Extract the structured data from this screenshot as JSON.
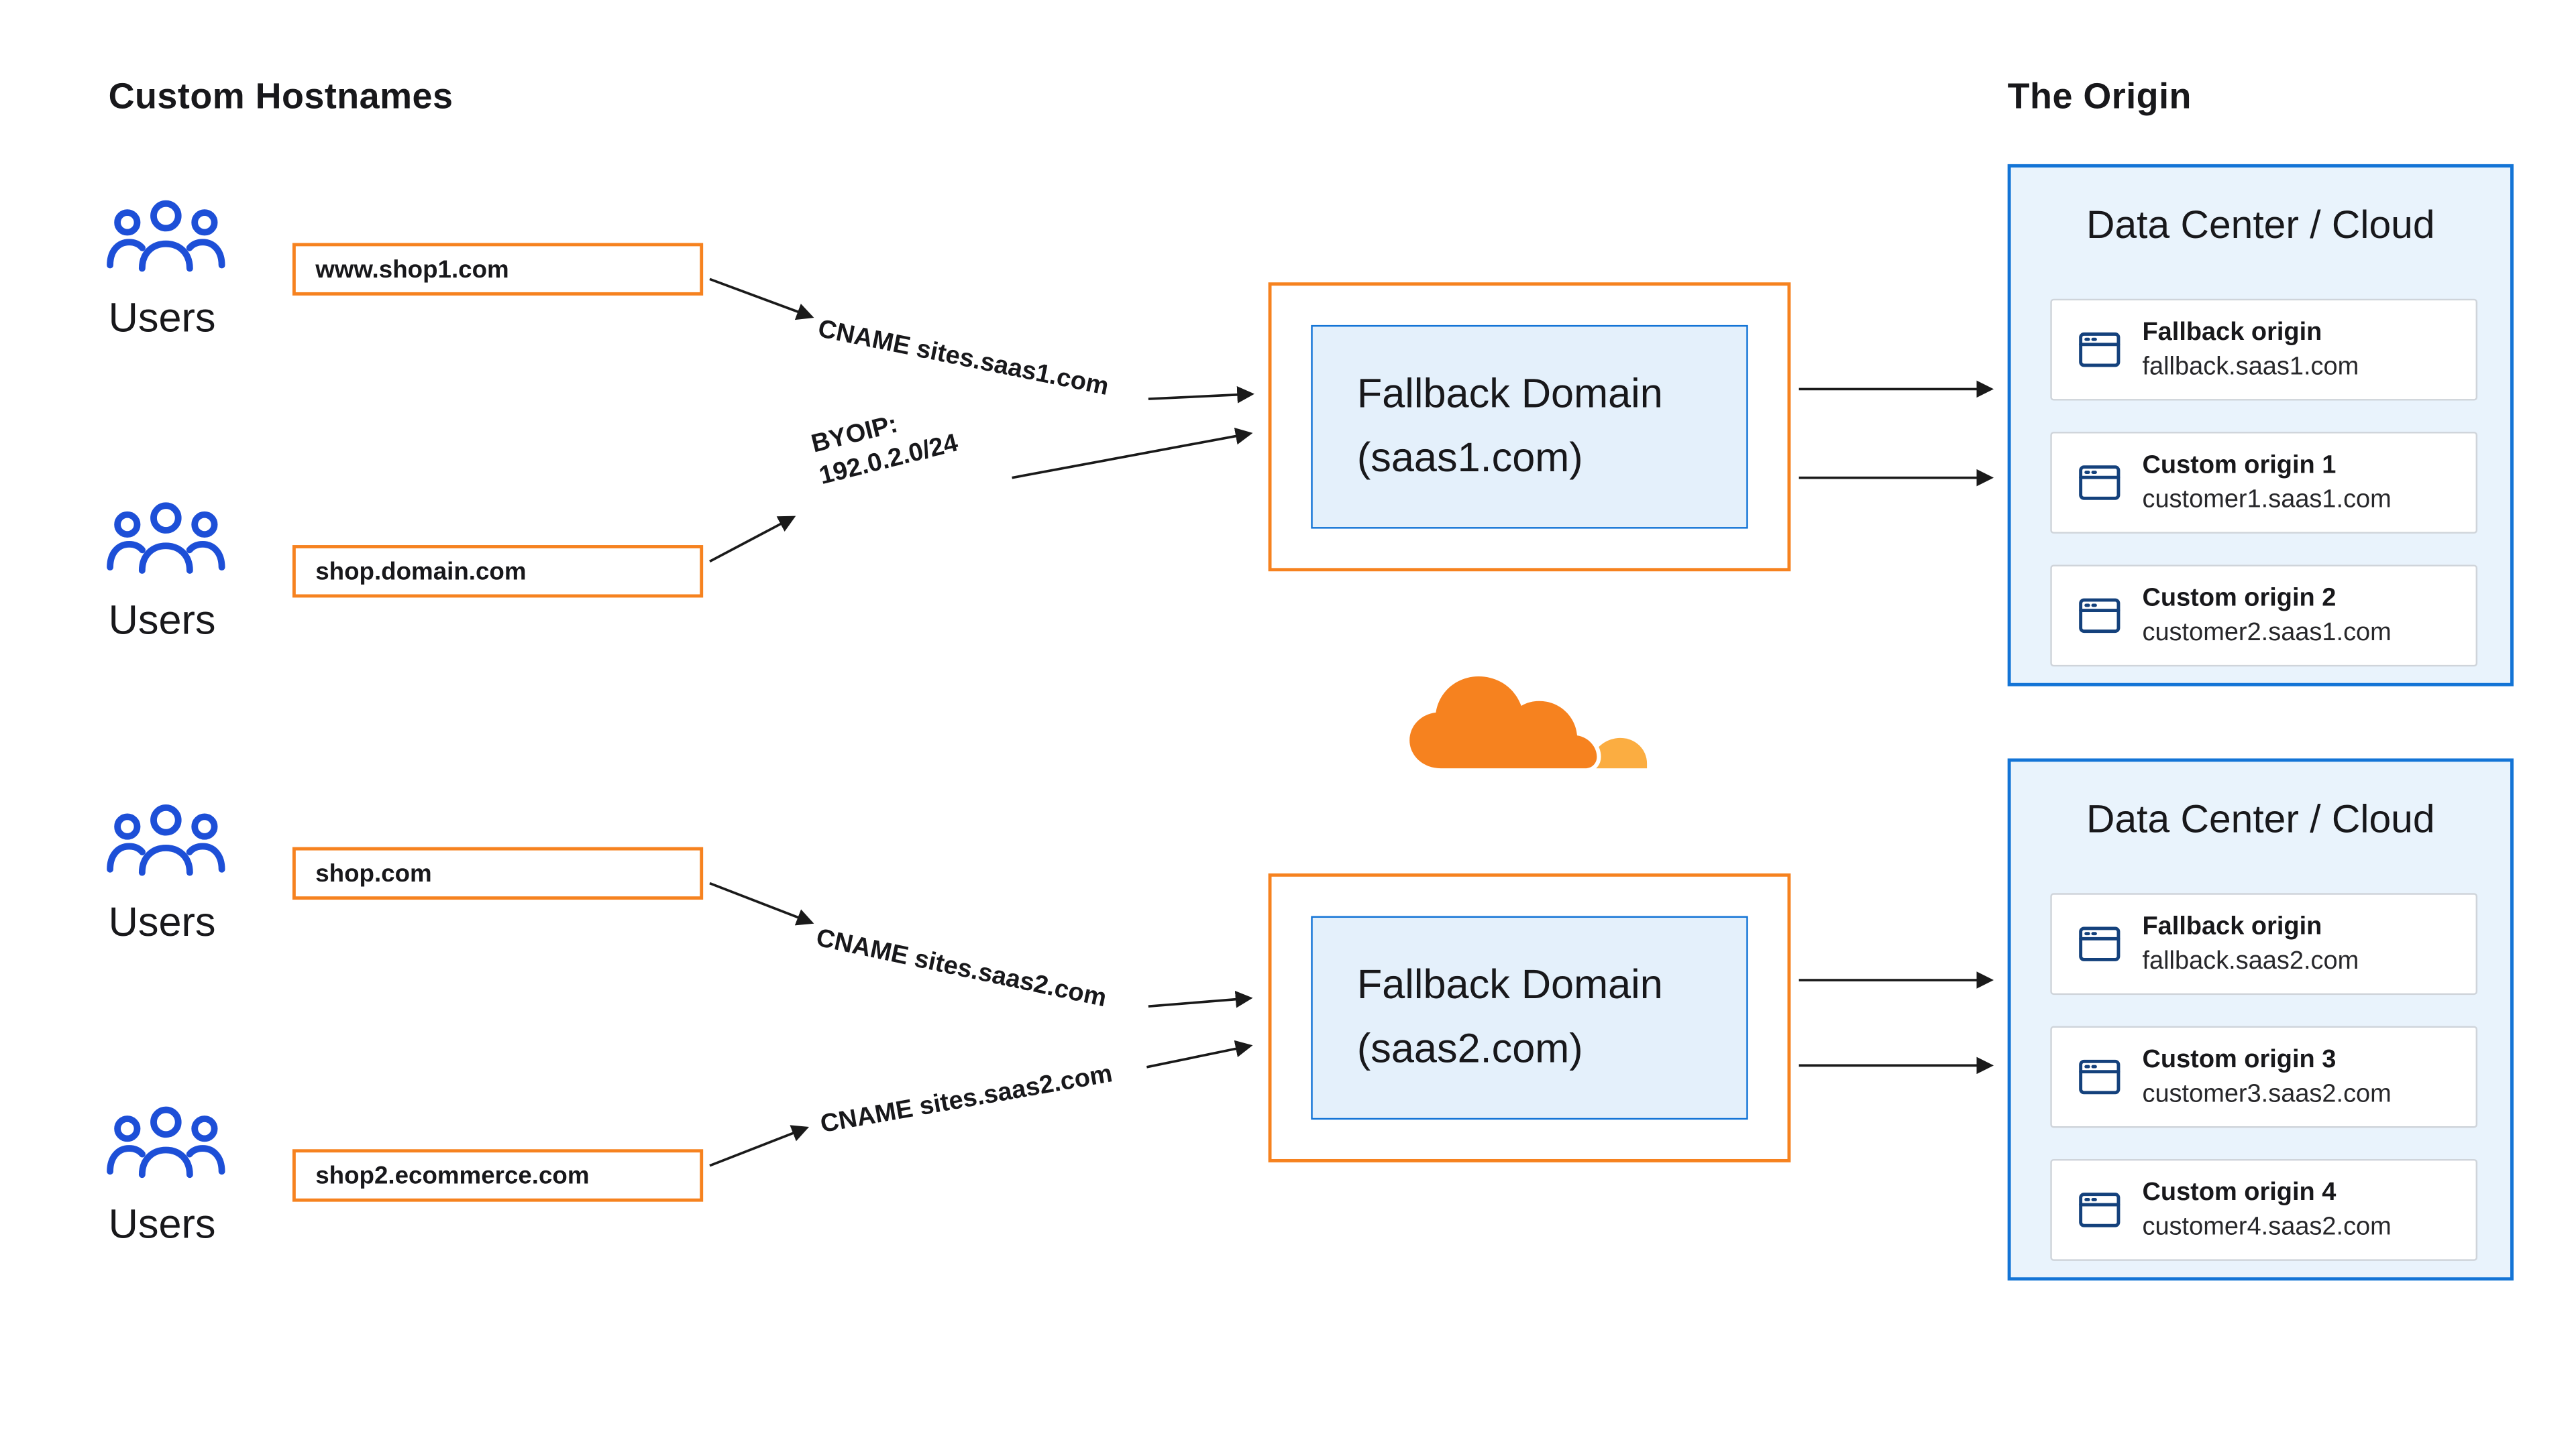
{
  "headings": {
    "custom_hostnames": "Custom Hostnames",
    "the_origin": "The Origin"
  },
  "users": [
    {
      "label": "Users"
    },
    {
      "label": "Users"
    },
    {
      "label": "Users"
    },
    {
      "label": "Users"
    }
  ],
  "hostnames": [
    "www.shop1.com",
    "shop.domain.com",
    "shop.com",
    "shop2.ecommerce.com"
  ],
  "edge_labels": [
    {
      "text": "CNAME sites.saas1.com"
    },
    {
      "line1": "BYOIP:",
      "line2": "192.0.2.0/24"
    },
    {
      "text": "CNAME sites.saas2.com"
    },
    {
      "text": "CNAME sites.saas2.com"
    }
  ],
  "fallback_domains": [
    {
      "title": "Fallback Domain",
      "domain": "(saas1.com)"
    },
    {
      "title": "Fallback Domain",
      "domain": "(saas2.com)"
    }
  ],
  "data_centers": [
    {
      "title": "Data Center / Cloud",
      "origins": [
        {
          "name": "Fallback origin",
          "host": "fallback.saas1.com"
        },
        {
          "name": "Custom origin 1",
          "host": "customer1.saas1.com"
        },
        {
          "name": "Custom origin 2",
          "host": "customer2.saas1.com"
        }
      ]
    },
    {
      "title": "Data Center / Cloud",
      "origins": [
        {
          "name": "Fallback origin",
          "host": "fallback.saas2.com"
        },
        {
          "name": "Custom origin 3",
          "host": "customer3.saas2.com"
        },
        {
          "name": "Custom origin 4",
          "host": "customer4.saas2.com"
        }
      ]
    }
  ],
  "colors": {
    "orange": "#F6821F",
    "orange-light": "#FBAD41",
    "blue": "#1374D6",
    "blue-bg": "#E9F3FC",
    "blue-bg-light": "#E4F0FB",
    "icon-blue": "#1D4FD7",
    "navy": "#14417C",
    "ink": "#18181B",
    "arrow": "#1A1A1A",
    "card-border": "#CFD4DA"
  }
}
